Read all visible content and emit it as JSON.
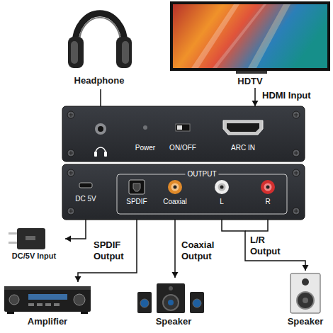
{
  "diagram": {
    "nodes": [
      {
        "text": [
          "Headphone"
        ]
      },
      {
        "text": [
          "HDTV"
        ]
      },
      {
        "text": [
          "Power",
          "ON/OFF",
          "ARC IN"
        ]
      },
      {
        "text": [
          "OUTPUT",
          "DC 5V",
          "SPDIF",
          "Coaxial",
          "L",
          "R"
        ]
      },
      {
        "text": [
          "DC/5V Input"
        ]
      },
      {
        "text": [
          "Amplifier"
        ]
      },
      {
        "text": [
          "Speaker"
        ]
      },
      {
        "text": [
          "Speaker"
        ]
      }
    ],
    "edges": [
      {
        "from": 0,
        "to": 2,
        "arrow": "none"
      },
      {
        "from": 1,
        "to": 2,
        "label": "HDMI Input",
        "arrow": "to"
      },
      {
        "from": 3,
        "to": 4,
        "arrow": "to"
      },
      {
        "from": 3,
        "to": 5,
        "label": "SPDIF Output",
        "arrow": "to"
      },
      {
        "from": 3,
        "to": 6,
        "label": "Coaxial Output",
        "arrow": "to"
      },
      {
        "from": 3,
        "to": 7,
        "label": "L/R Output",
        "arrow": "to"
      }
    ]
  }
}
